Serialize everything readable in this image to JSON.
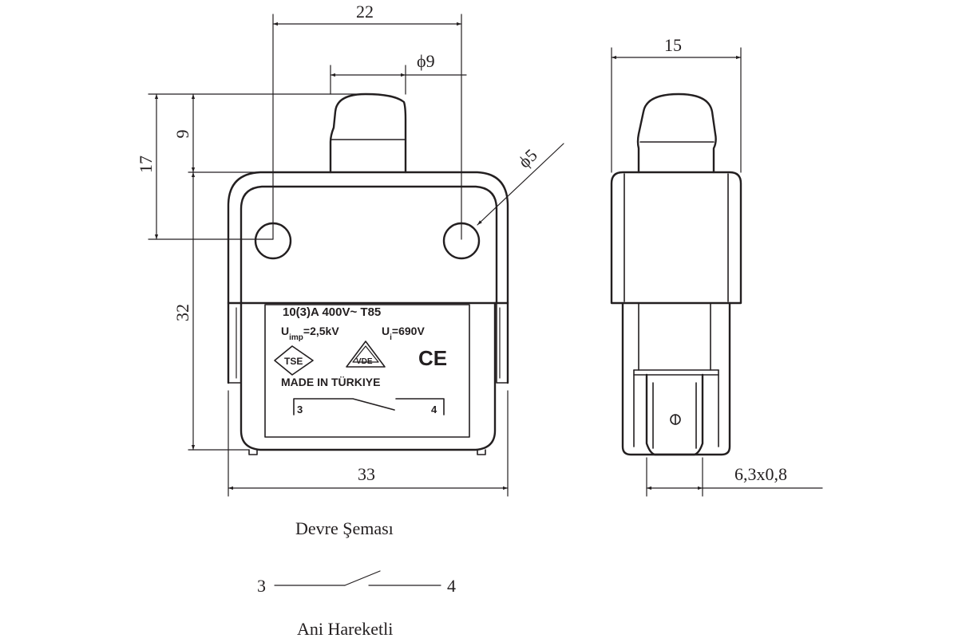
{
  "dimensions": {
    "width_total": "22",
    "diameter_button": "ϕ9",
    "height_17": "17",
    "height_9": "9",
    "diameter_hole": "ϕ5",
    "height_32": "32",
    "width_33": "33",
    "side_width": "15",
    "terminal": "6,3x0,8"
  },
  "label_plate": {
    "line1": "10(3)A 400V~  T85",
    "line2_u": "U",
    "line2_sub": "imp",
    "line2_val": "=2,5kV",
    "line2_u1": "U",
    "line2_u1_sub": "i",
    "line2_u1_val": "=690V",
    "tse": "TSE",
    "vde": "VDE",
    "ce": "CE",
    "made_in": "MADE IN TÜRKIYE",
    "term_left": "3",
    "term_right": "4"
  },
  "schematic": {
    "title": "Devre Şeması",
    "left_terminal": "3",
    "right_terminal": "4",
    "caption": "Ani Hareketli"
  },
  "colors": {
    "ink": "#231f20",
    "background": "#ffffff"
  }
}
